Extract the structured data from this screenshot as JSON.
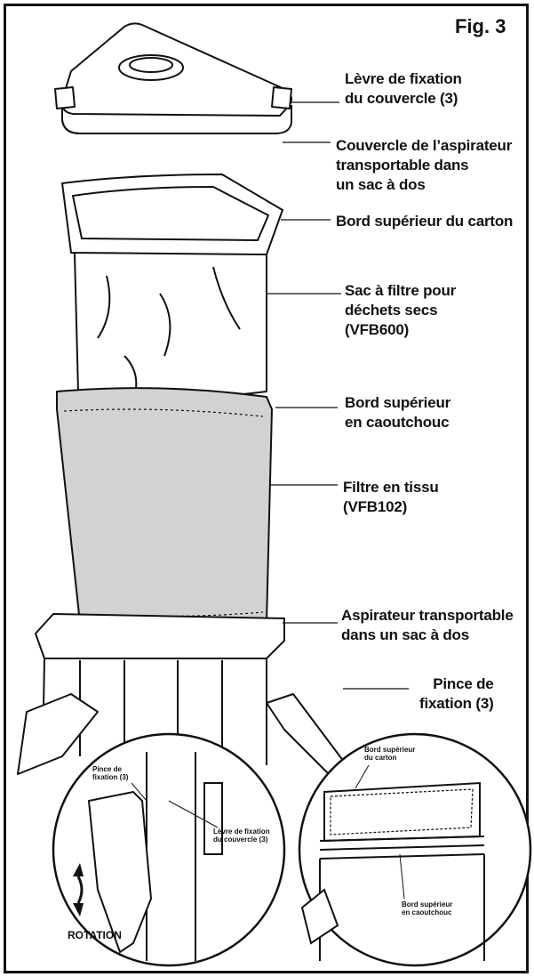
{
  "figure_label": "Fig. 3",
  "callouts": {
    "lid_latch": "Lèvre de fixation\ndu couvercle (3)",
    "lid": "Couvercle de l’aspirateur\ntransportable dans\nun sac à dos",
    "cardboard_edge": "Bord supérieur du carton",
    "filter_bag": "Sac à filtre pour\ndéchets secs\n(VFB600)",
    "rubber_edge": "Bord supérieur\nen caoutchouc",
    "cloth_filter": "Filtre en tissu\n(VFB102)",
    "vacuum": "Aspirateur transportable\ndans un sac à dos",
    "clamp": "Pince de\nfixation (3)"
  },
  "detail_left": {
    "clamp": "Pince de\nfixation (3)",
    "lid_latch": "Lèvre de fixation\ndu couvercle (3)",
    "rotation": "ROTATION"
  },
  "detail_right": {
    "cardboard_edge": "Bord supérieur\ndu carton",
    "rubber_edge": "Bord supérieur\nen caoutchouc"
  }
}
